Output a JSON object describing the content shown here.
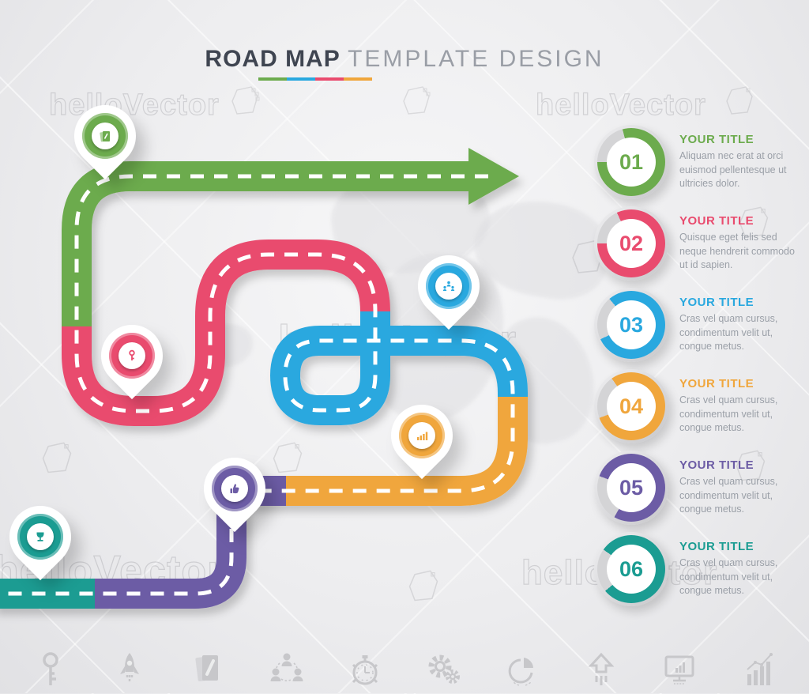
{
  "header": {
    "title_primary": "ROAD MAP",
    "title_secondary": "TEMPLATE DESIGN",
    "underline_colors": [
      "#6CAB4D",
      "#29A8DF",
      "#E94B6E",
      "#F0A63C"
    ]
  },
  "watermark": {
    "text": "helloVector"
  },
  "roadmap": {
    "road_colors": {
      "green": "#6CAB4D",
      "pink": "#E94B6E",
      "blue": "#29A8DF",
      "yellow": "#F0A63C",
      "purple": "#6C5CA5",
      "teal": "#1B9C92"
    },
    "pins": [
      {
        "step": "01",
        "color": "#6CAB4D",
        "icon": "notes-icon"
      },
      {
        "step": "02",
        "color": "#E94B6E",
        "icon": "key-icon"
      },
      {
        "step": "03",
        "color": "#29A8DF",
        "icon": "team-icon"
      },
      {
        "step": "04",
        "color": "#F0A63C",
        "icon": "bar-chart-icon"
      },
      {
        "step": "05",
        "color": "#6C5CA5",
        "icon": "thumbs-up-icon"
      },
      {
        "step": "06",
        "color": "#1B9C92",
        "icon": "trophy-icon"
      }
    ]
  },
  "steps": [
    {
      "number": "01",
      "title": "YOUR TITLE",
      "description": "Aliquam nec erat at orci euismod pellentesque ut ultricies dolor.",
      "color": "#6CAB4D"
    },
    {
      "number": "02",
      "title": "YOUR TITLE",
      "description": "Quisque eget felis sed neque hendrerit commodo ut id sapien.",
      "color": "#E94B6E"
    },
    {
      "number": "03",
      "title": "YOUR TITLE",
      "description": "Cras vel quam cursus, condimentum velit ut, congue metus.",
      "color": "#29A8DF"
    },
    {
      "number": "04",
      "title": "YOUR TITLE",
      "description": "Cras vel quam cursus, condimentum velit ut, congue metus.",
      "color": "#F0A63C"
    },
    {
      "number": "05",
      "title": "YOUR TITLE",
      "description": "Cras vel quam cursus, condimentum velit ut, congue metus.",
      "color": "#6C5CA5"
    },
    {
      "number": "06",
      "title": "YOUR TITLE",
      "description": "Cras vel quam cursus, condimentum velit ut, congue metus.",
      "color": "#1B9C92"
    }
  ],
  "bottom_icons": [
    "key-icon",
    "rocket-icon",
    "documents-icon",
    "teamwork-icon",
    "stopwatch-icon",
    "gears-icon",
    "pie-chart-icon",
    "up-arrow-icon",
    "monitor-chart-icon",
    "growth-chart-icon"
  ]
}
